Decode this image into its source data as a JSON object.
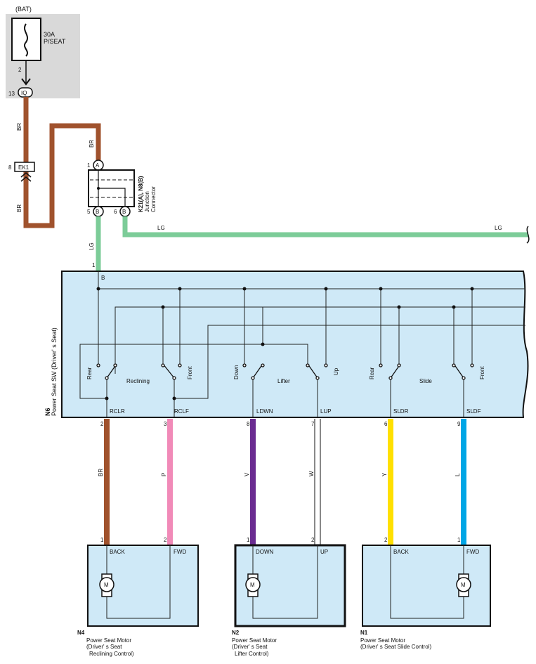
{
  "battery": {
    "label": "(BAT)"
  },
  "fuse": {
    "amp": "30A",
    "name": "P/SEAT",
    "pin": "2"
  },
  "connectors": {
    "iq": {
      "label": "IQ",
      "pin": "13"
    },
    "ek1": {
      "label": "EK1",
      "pin": "8"
    },
    "junction": {
      "pin_a": "1",
      "id_a": "A",
      "pin_b1": "5",
      "id_b1": "B",
      "pin_b2": "6",
      "id_b2": "B",
      "code": "K21(A), N8(B)",
      "name_line1": "Junction",
      "name_line2": "Connector"
    }
  },
  "wires": {
    "br_top": "BR",
    "br_bottom": "BR",
    "br_right": "BR",
    "lg_down": "LG",
    "lg_mid": "LG",
    "lg_end": "LG"
  },
  "switch": {
    "code": "N6",
    "name": "Power Seat SW (Driver' s Seat)",
    "input_pin": "1",
    "input_id": "B",
    "groups": {
      "reclining": {
        "label": "Reclining",
        "left": "Rear",
        "right": "Front"
      },
      "lifter": {
        "label": "Lifter",
        "left": "Down",
        "right": "Up"
      },
      "slide": {
        "label": "Slide",
        "left": "Rear",
        "right": "Front"
      }
    },
    "terminals": [
      "RCLR",
      "RCLF",
      "LDWN",
      "LUP",
      "SLDR",
      "SLDF"
    ]
  },
  "output_wires": [
    {
      "pin": "2",
      "color_code": "BR",
      "color": "#a0522d",
      "motor_pin": "1"
    },
    {
      "pin": "3",
      "color_code": "P",
      "color": "#f18ab8",
      "motor_pin": "2"
    },
    {
      "pin": "8",
      "color_code": "V",
      "color": "#6a2c91",
      "motor_pin": "1"
    },
    {
      "pin": "7",
      "color_code": "W",
      "color": "#ffffff",
      "motor_pin": "2"
    },
    {
      "pin": "6",
      "color_code": "Y",
      "color": "#ffe000",
      "motor_pin": "2"
    },
    {
      "pin": "9",
      "color_code": "L",
      "color": "#00a6e6",
      "motor_pin": "1"
    }
  ],
  "motors": [
    {
      "code": "N4",
      "left": "BACK",
      "right": "FWD",
      "symbol": "M",
      "desc1": "Power Seat Motor",
      "desc2": "(Driver' s Seat",
      "desc3": "Reclining Control)"
    },
    {
      "code": "N2",
      "left": "DOWN",
      "right": "UP",
      "symbol": "M",
      "desc1": "Power Seat Motor",
      "desc2": "(Driver' s Seat",
      "desc3": "Lifter Control)"
    },
    {
      "code": "N1",
      "left": "BACK",
      "right": "FWD",
      "symbol": "M",
      "desc1": "Power Seat Motor",
      "desc2": "(Driver' s Seat Slide Control)",
      "desc3": ""
    }
  ],
  "colors": {
    "br": "#a0522d",
    "lg": "#7ccc98",
    "box": "#cfe9f7"
  }
}
